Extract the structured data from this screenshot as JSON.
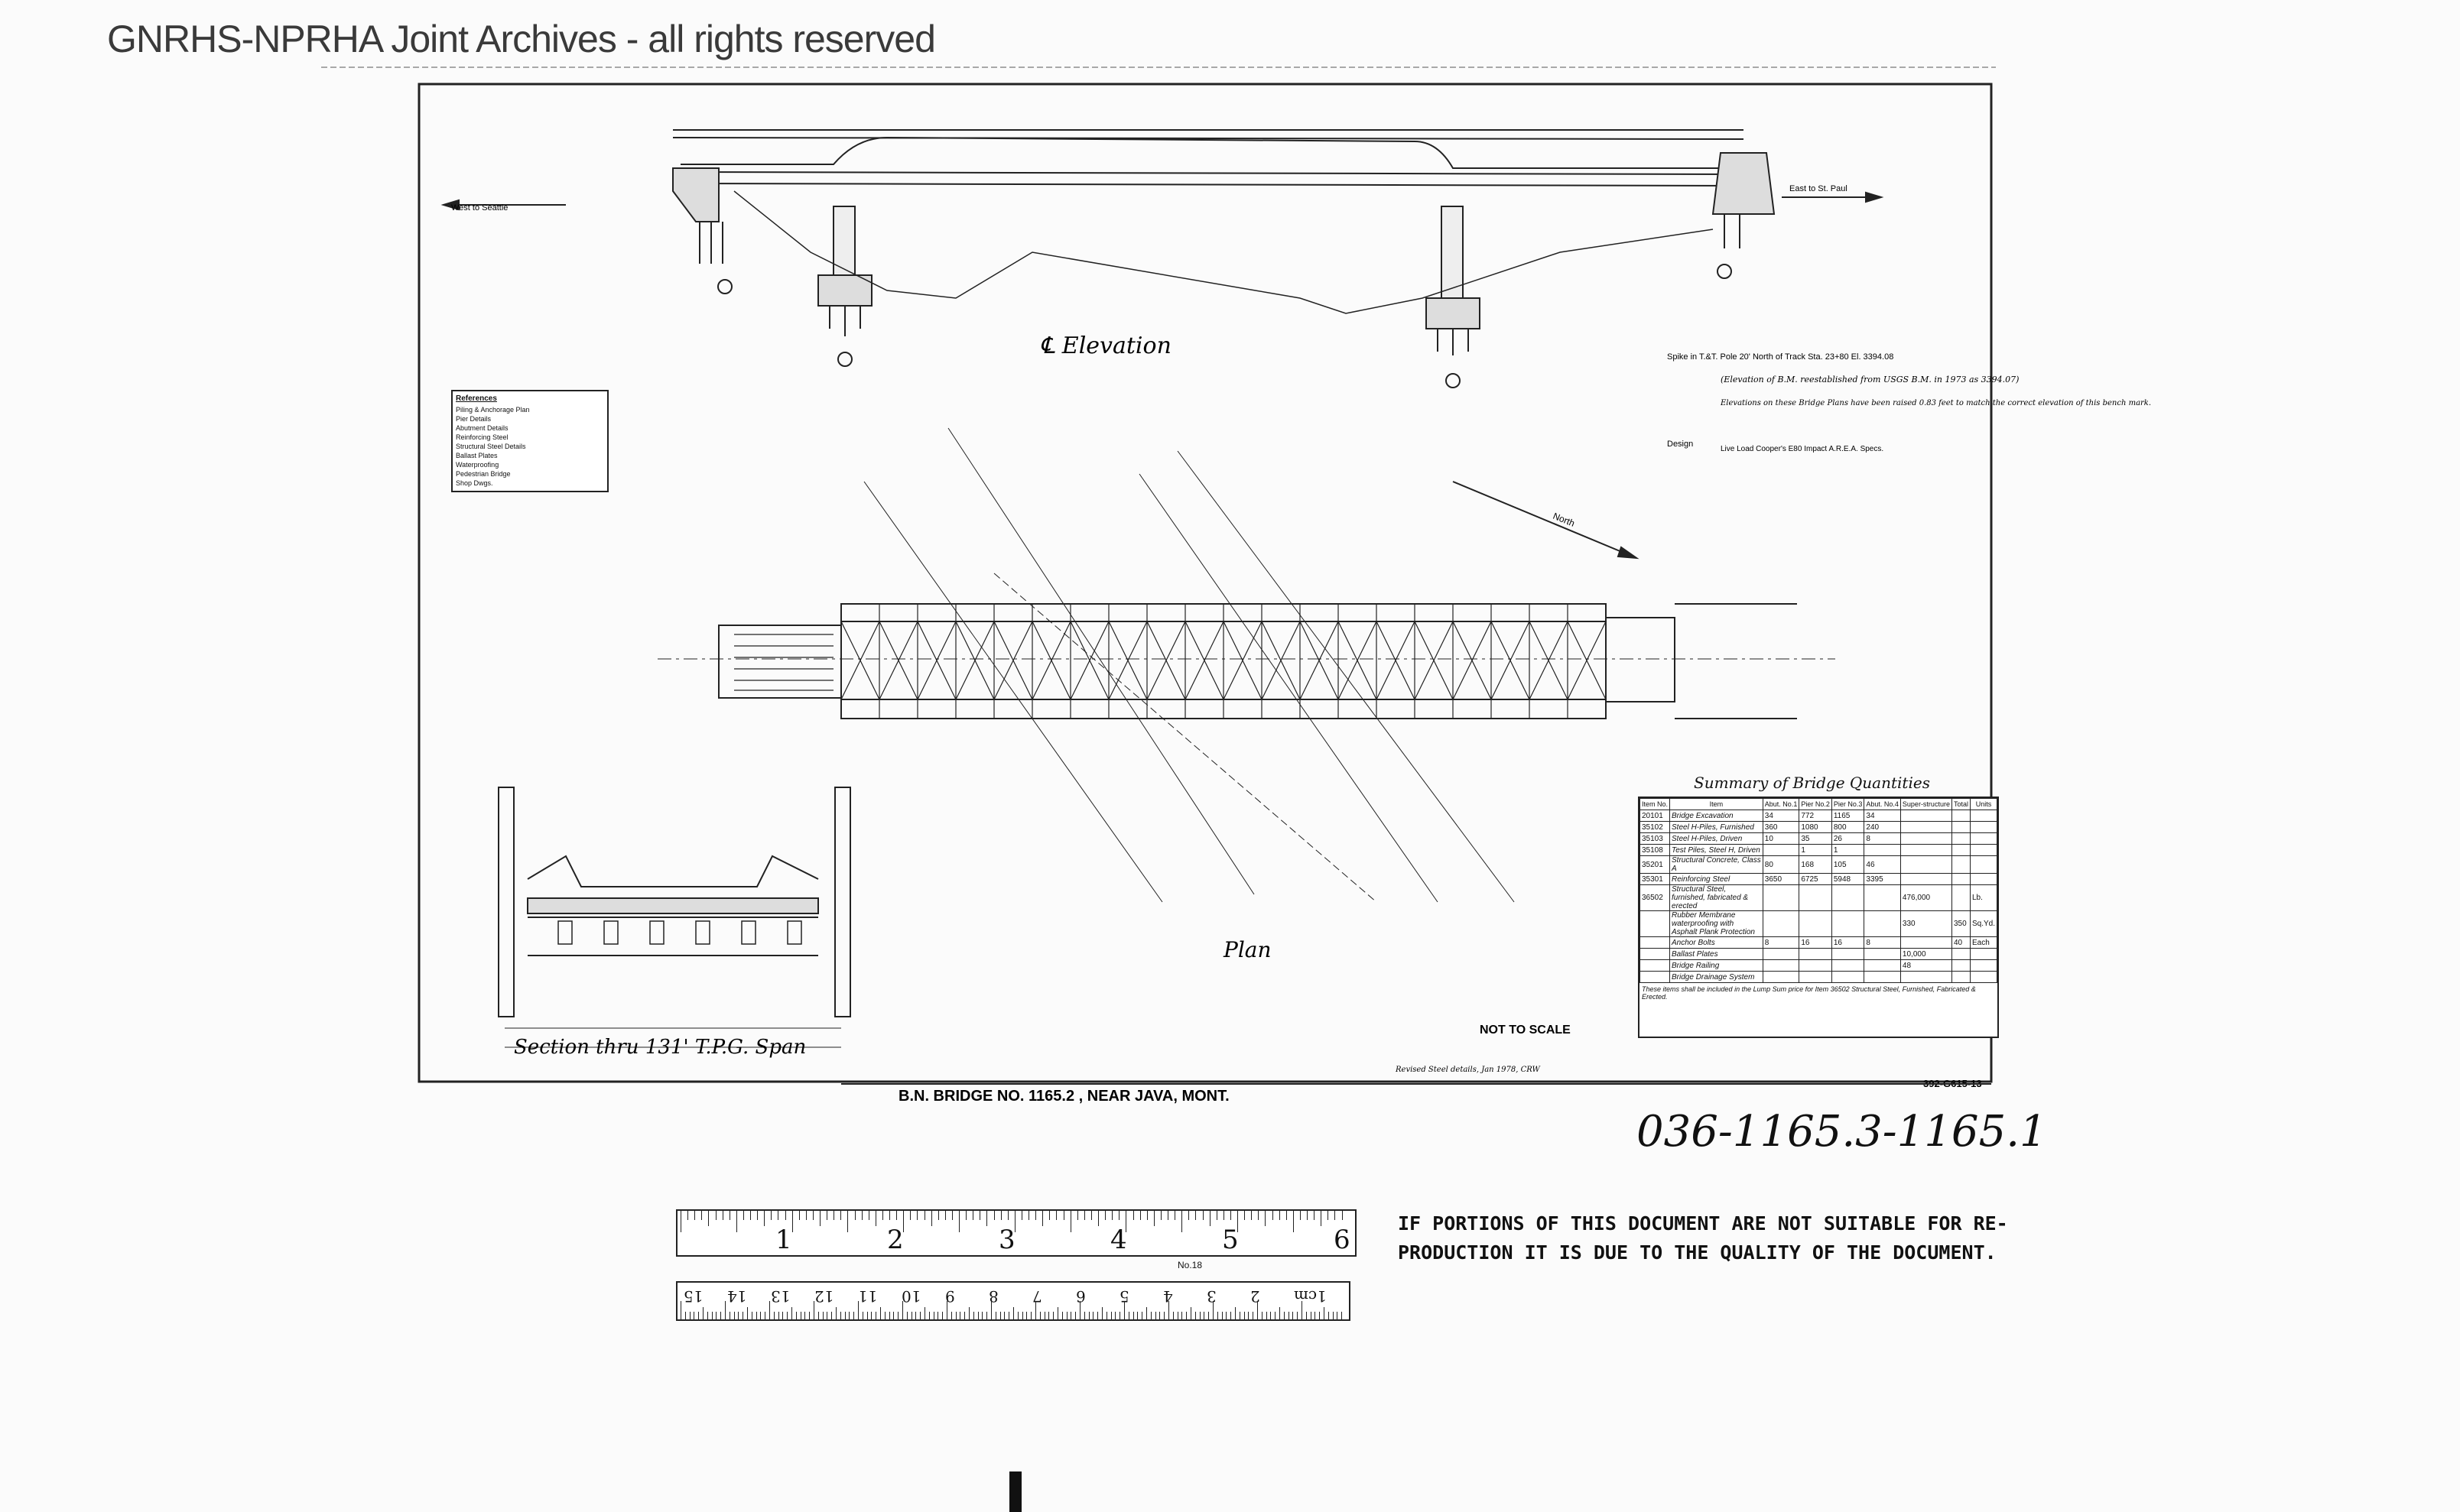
{
  "watermark": "GNRHS-NPRHA Joint Archives - all rights reserved",
  "drawing": {
    "elevation_title": "℄ Elevation",
    "plan_title": "Plan",
    "section_title": "Section thru 131' T.P.G. Span",
    "west_label": "West to Seattle",
    "east_label": "East to St. Paul",
    "north_label": "North",
    "not_to_scale": "NOT TO SCALE",
    "title_block": "B.N. BRIDGE NO. 1165.2 , NEAR     JAVA, MONT.",
    "drawing_number": "392-G615-13",
    "revision_note": "Revised Steel details, Jan 1978, CRW",
    "bm_note": "Spike in T.&T. Pole 20' North of Track Sta. 23+80 El. 3394.08",
    "elevation_note": "(Elevation of B.M. reestablished from USGS B.M. in 1973 as 3394.07)",
    "elevation_note2": "Elevations on these Bridge Plans have been raised 0.83 feet to match the correct elevation of this bench mark.",
    "design_label": "Design",
    "design_values": "Live Load   Cooper's E80   Impact   A.R.E.A. Specs.",
    "references_title": "References",
    "references": [
      "Piling & Anchorage Plan",
      "Pier Details",
      "Abutment Details",
      "Reinforcing Steel",
      "Structural Steel Details",
      "Ballast Plates",
      "Waterproofing",
      "Pedestrian Bridge",
      "Shop Dwgs."
    ],
    "summary_title": "Summary of Bridge Quantities",
    "summary_headers": [
      "Item No.",
      "Item",
      "Abut. No.1",
      "Pier No.2",
      "Pier No.3",
      "Abut. No.4",
      "Super-structure",
      "Total",
      "Units"
    ],
    "summary_rows": [
      [
        "20101",
        "Bridge Excavation",
        "34",
        "772",
        "1165",
        "34",
        "",
        "",
        ""
      ],
      [
        "35102",
        "Steel H-Piles, Furnished",
        "360",
        "1080",
        "800",
        "240",
        "",
        "",
        ""
      ],
      [
        "35103",
        "Steel H-Piles, Driven",
        "10",
        "35",
        "26",
        "8",
        "",
        "",
        ""
      ],
      [
        "35108",
        "Test Piles, Steel H, Driven",
        "",
        "1",
        "1",
        "",
        "",
        "",
        ""
      ],
      [
        "35201",
        "Structural Concrete, Class A",
        "80",
        "168",
        "105",
        "46",
        "",
        "",
        ""
      ],
      [
        "35301",
        "Reinforcing Steel",
        "3650",
        "6725",
        "5948",
        "3395",
        "",
        "",
        ""
      ],
      [
        "36502",
        "Structural Steel, furnished, fabricated & erected",
        "",
        "",
        "",
        "",
        "476,000",
        "",
        "Lb."
      ],
      [
        "",
        "Rubber Membrane waterproofing with Asphalt Plank Protection",
        "",
        "",
        "",
        "",
        "330",
        "350",
        "Sq.Yd."
      ],
      [
        "",
        "Anchor Bolts",
        "8",
        "16",
        "16",
        "8",
        "",
        "40",
        "Each"
      ],
      [
        "",
        "Ballast Plates",
        "",
        "",
        "",
        "",
        "10,000",
        "",
        ""
      ],
      [
        "",
        "Bridge Railing",
        "",
        "",
        "",
        "",
        "48",
        "",
        ""
      ],
      [
        "",
        "Bridge Drainage System",
        "",
        "",
        "",
        "",
        "",
        "",
        ""
      ]
    ],
    "summary_footnote": "These items shall be included in the Lump Sum price for Item 36502 Structural Steel, Furnished, Fabricated & Erected."
  },
  "file_number": "036-1165.3-1165.1",
  "notice_text": "IF PORTIONS OF THIS DOCUMENT ARE NOT SUITABLE FOR RE- PRODUCTION IT IS DUE TO THE QUALITY OF THE DOCUMENT.",
  "ruler": {
    "top_numbers": [
      "1",
      "2",
      "3",
      "4",
      "5",
      "6"
    ],
    "bottom_numbers": [
      "15",
      "14",
      "13",
      "12",
      "11",
      "10",
      "9",
      "8",
      "7",
      "6",
      "5",
      "4",
      "3",
      "2",
      "1cm"
    ],
    "label": "No.18"
  }
}
